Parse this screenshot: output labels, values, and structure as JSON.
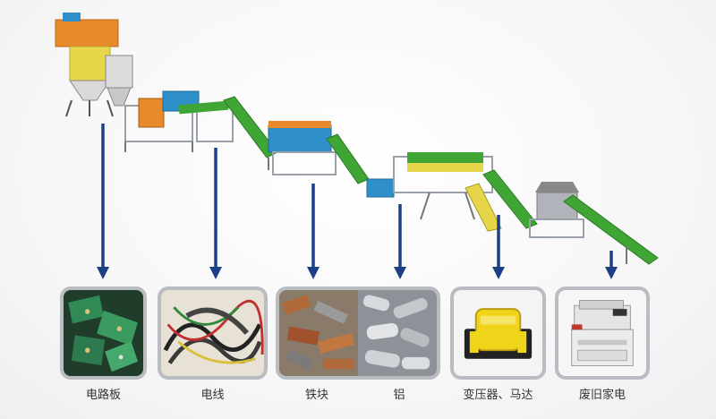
{
  "outputs": [
    {
      "key": "circuit-boards",
      "label": "电路板"
    },
    {
      "key": "wires",
      "label": "电线"
    },
    {
      "key": "iron-pieces",
      "label": "铁块"
    },
    {
      "key": "aluminum",
      "label": "铝"
    },
    {
      "key": "transformers-motors",
      "label": "变压器、马达"
    },
    {
      "key": "used-appliances",
      "label": "废旧家电"
    }
  ],
  "colors": {
    "arrow": "#1d3f86",
    "frame": "#9aa0a8",
    "conveyor_green": "#3fa535",
    "machine_blue": "#2f8fc8",
    "machine_orange": "#e8892b",
    "dust_yellow": "#e8d64a"
  }
}
